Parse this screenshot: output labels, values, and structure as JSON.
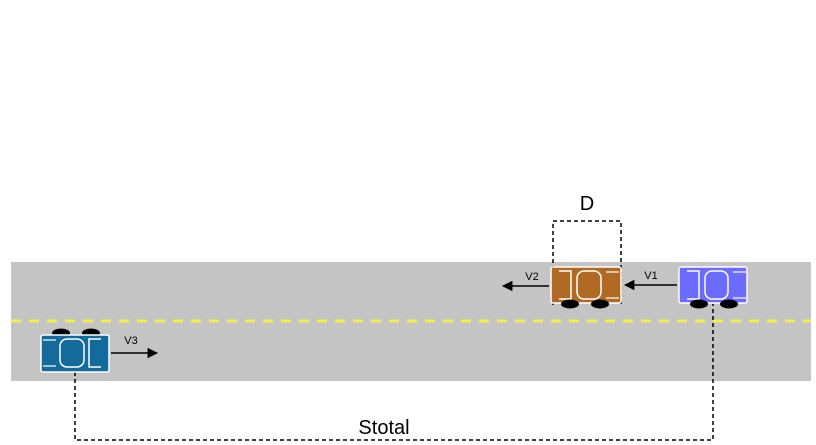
{
  "labels": {
    "distance_gap": "D",
    "total_distance": "Stotal",
    "velocity_1": "V1",
    "velocity_2": "V2",
    "velocity_3": "V3"
  },
  "colors": {
    "road": "#c4c4c4",
    "lane_marking": "#f3f04a",
    "car_1": "#6b6bff",
    "car_2": "#b06a23",
    "car_3": "#136a9b",
    "wheels": "#000000"
  },
  "icons": {
    "car_1": "car-top-view-icon",
    "car_2": "car-top-view-icon",
    "car_3": "car-top-view-icon"
  }
}
